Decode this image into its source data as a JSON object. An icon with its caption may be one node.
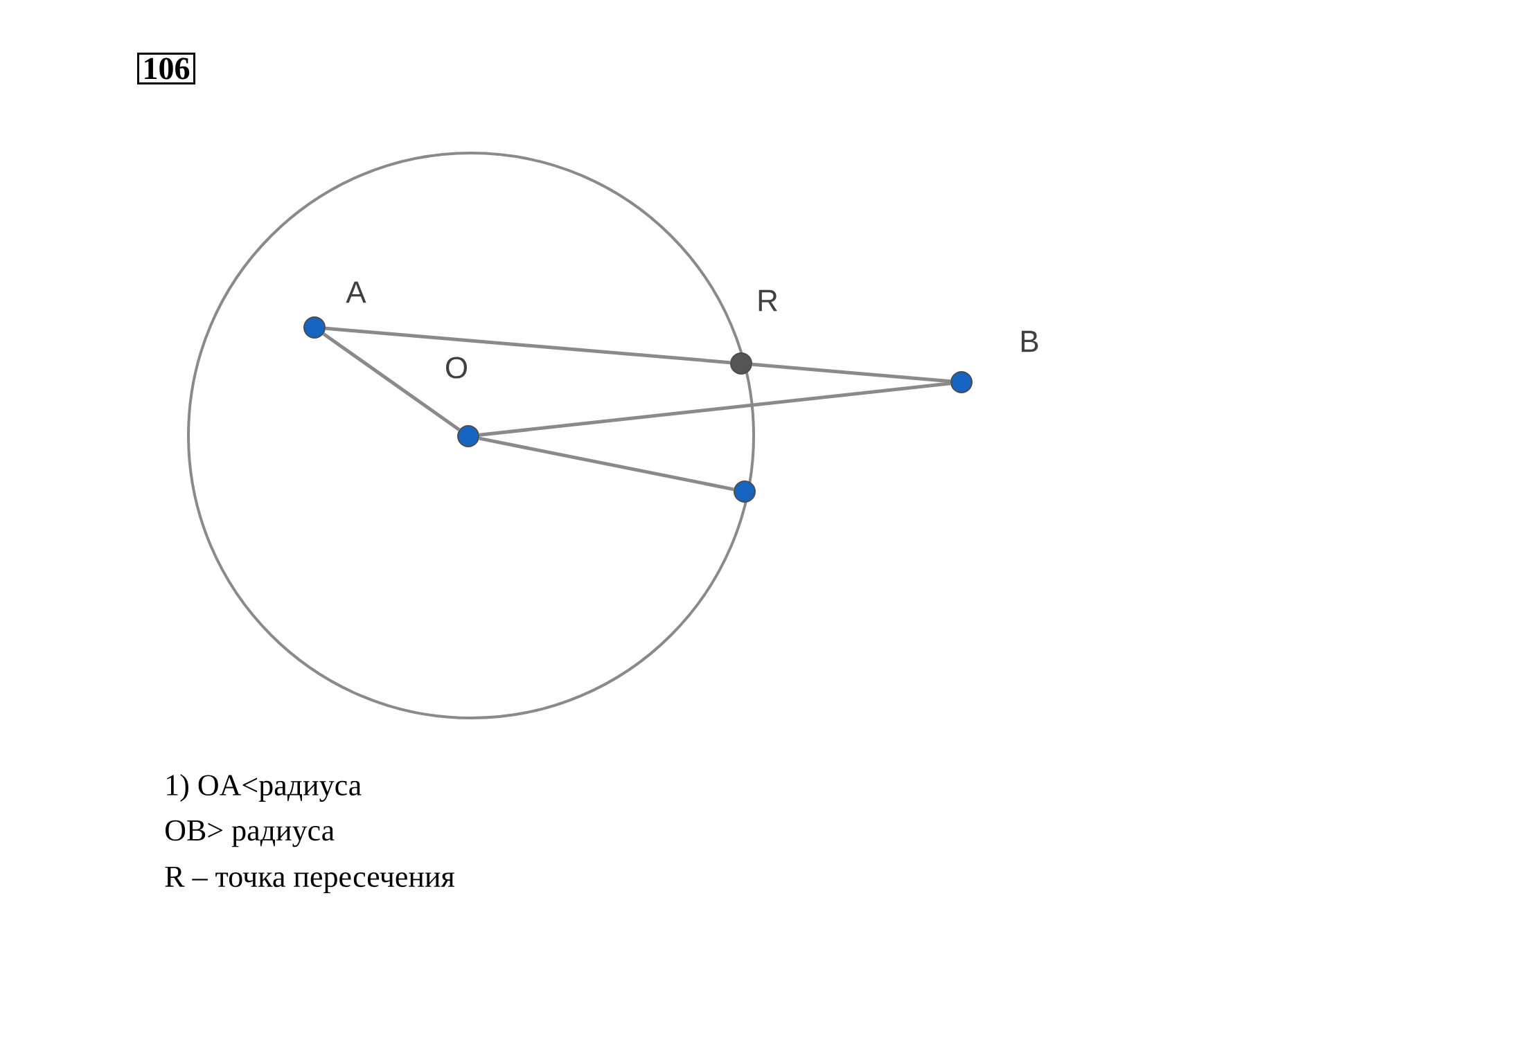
{
  "diagram": {
    "nodes": [
      {
        "text": [
          "106"
        ]
      },
      {
        "text": [],
        "shape": "circle",
        "beside": [
          "A"
        ]
      },
      {
        "text": [],
        "shape": "circle",
        "beside": [
          "R"
        ]
      },
      {
        "text": [],
        "shape": "circle",
        "beside": [
          "B"
        ]
      },
      {
        "text": [],
        "shape": "circle",
        "beside": [
          "O"
        ]
      },
      {
        "text": [],
        "shape": "circle"
      }
    ],
    "edges": [
      {
        "from": 1,
        "to": 2,
        "arrow": "none"
      },
      {
        "from": 2,
        "to": 3,
        "arrow": "none"
      },
      {
        "from": 1,
        "to": 4,
        "arrow": "none"
      },
      {
        "from": 4,
        "to": 3,
        "arrow": "none"
      },
      {
        "from": 4,
        "to": 5,
        "arrow": "none"
      }
    ],
    "labels": [
      "1) OA<радиуса",
      "OB> радиуса",
      "R – точка пересечения"
    ]
  }
}
